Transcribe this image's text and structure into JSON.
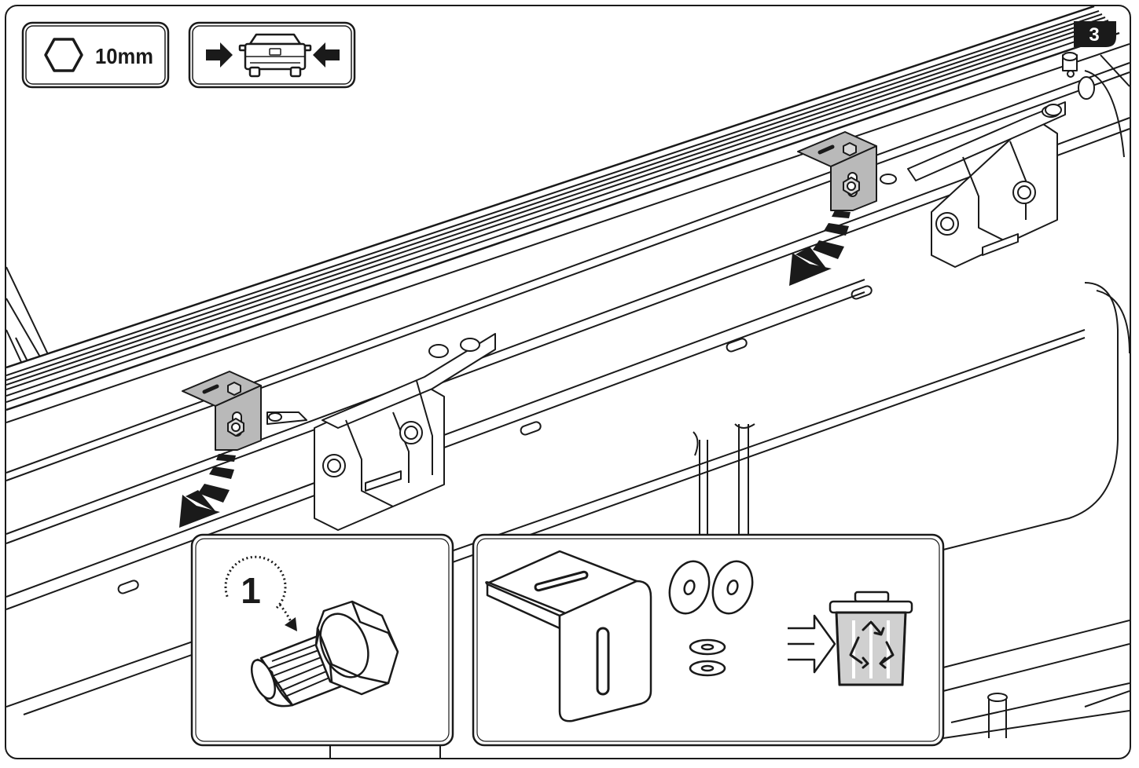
{
  "step": {
    "number": "3"
  },
  "tools": {
    "wrench_size_label": "10mm",
    "wrench_icon": "hex-socket-icon",
    "position_icon": "truck-rear-center-icon"
  },
  "detail_bolt": {
    "step_label": "1",
    "icon": "bolt-icon",
    "action_icon": "counterclockwise-arrow-icon"
  },
  "detail_discard": {
    "parts": [
      "l-bracket",
      "flat-washer",
      "flat-washer",
      "lock-washer",
      "lock-washer"
    ],
    "icon": "recycle-bin-icon"
  },
  "colors": {
    "line": "#1a1a1a",
    "bracket_fill": "#b9b9b9",
    "bin_fill": "#d0d0d0",
    "background": "#ffffff"
  }
}
